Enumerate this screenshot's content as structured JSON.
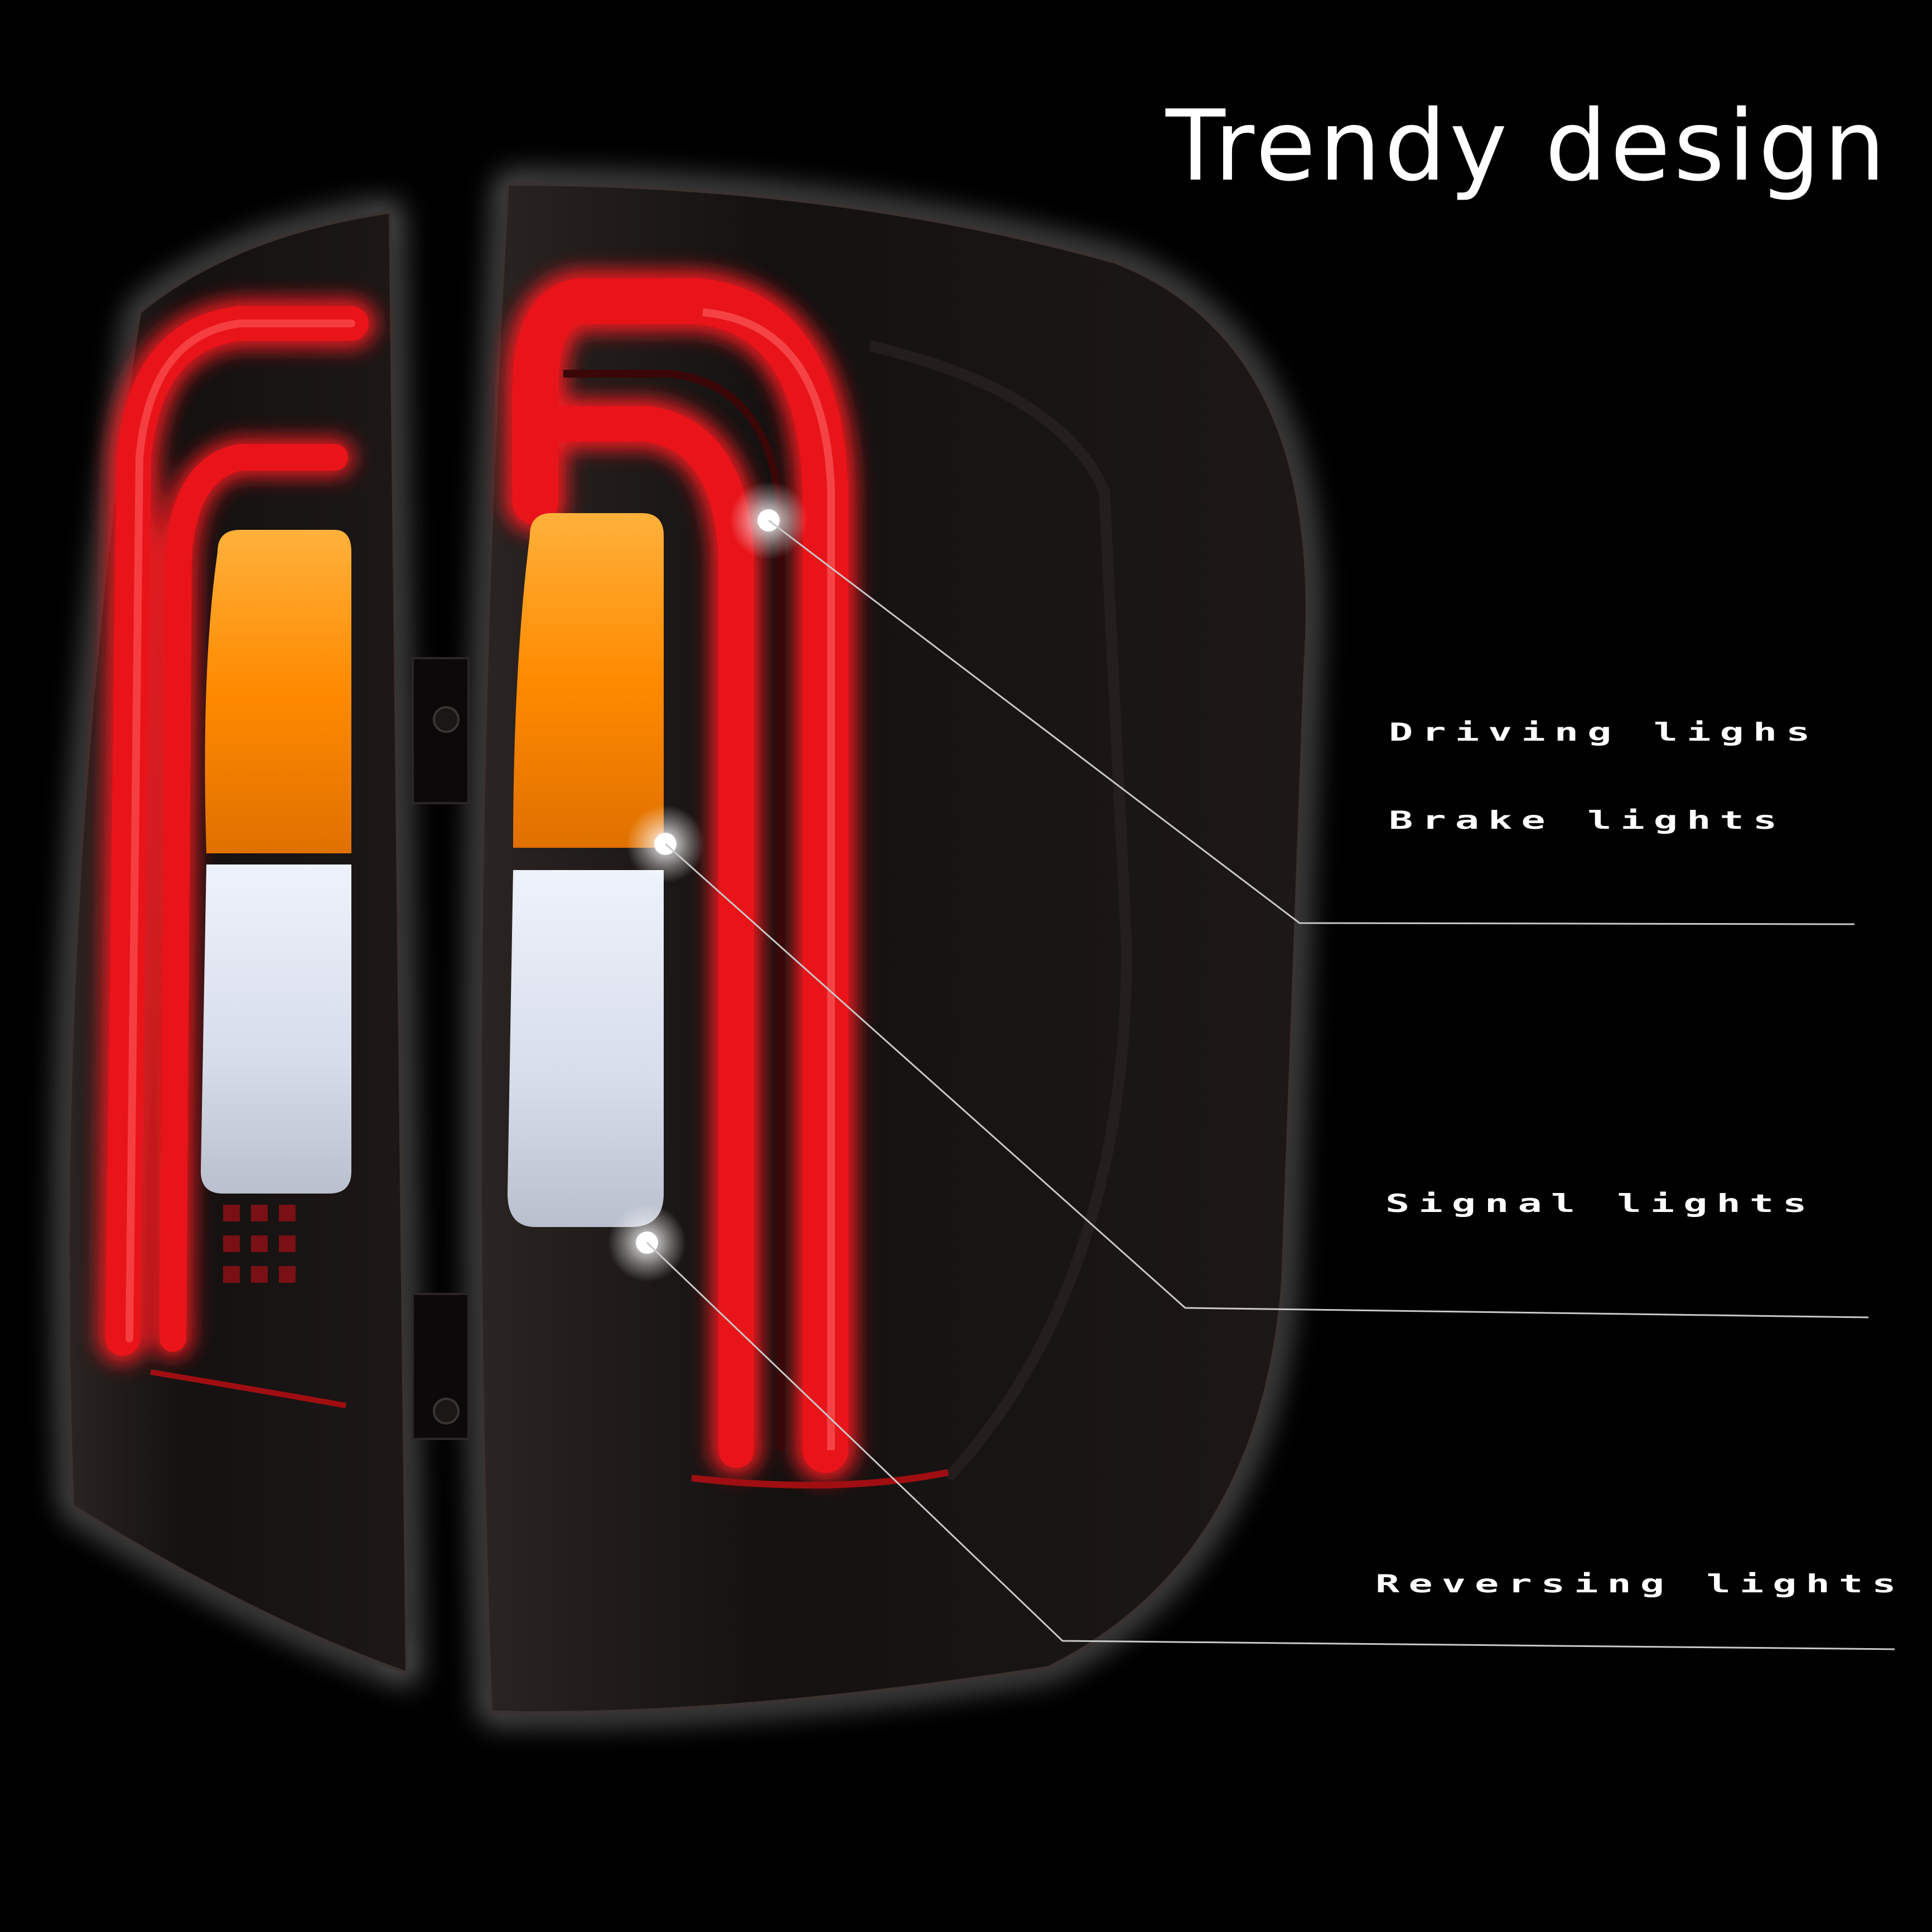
{
  "headline": "Trendy design",
  "callouts": {
    "driving": "Driving lighs",
    "brake": "Brake lights",
    "signal": "Signal lights",
    "reversing": "Reversing lights"
  },
  "colors": {
    "background": "#000000",
    "housing": "#1a1716",
    "light_bar_red": "#e8141a",
    "signal_amber": "#ff8a00",
    "reverse_white": "#dfe6f4",
    "callout_line": "#c9c9c9",
    "text": "#ffffff"
  }
}
